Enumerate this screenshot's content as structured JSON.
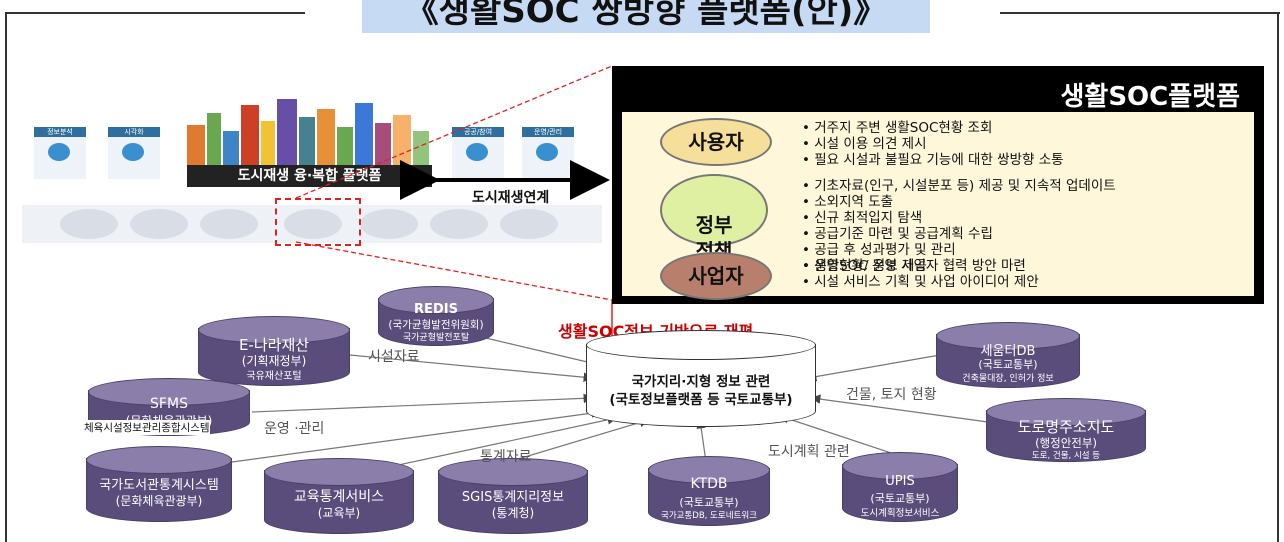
{
  "title": "《생활SOC 쌍방향 플랫폼(안)》",
  "left_image": {
    "platform_label": "도시재생 융·복합 플랫폼",
    "link_label": "도시재생연계",
    "top_icons": [
      "정보분석",
      "시각화",
      "공공/참여",
      "운영/관리"
    ]
  },
  "platform": {
    "title": "생활SOC플랫폼",
    "roles": [
      {
        "name": "사용자",
        "color": "#f6df9a",
        "items": [
          "거주지 주변 생활SOC현황 조회",
          "시설 이용 의견 제시",
          "필요 시설과 불필요 기능에 대한 쌍방향 소통"
        ]
      },
      {
        "name": "정부\n정책",
        "color": "#dff0a2",
        "items": [
          "기초자료(인구, 시설분포 등) 제공 및 지속적 업데이트",
          "소외지역 도출",
          "신규 최적입지 탐색",
          "공급기준 마련 및 공급계획 수립",
          "공급 후 성과평가 및 관리",
          "운영현황/ 정보 제공"
        ]
      },
      {
        "name": "사업자",
        "color": "#b87f6c",
        "items": [
          "생활SOC 운영 사업자 협력 방안 마련",
          "시설 서비스 기획 및 사업 아이디어 제안"
        ]
      }
    ]
  },
  "center": {
    "caption": "생활SOC정보 기반으로 재편",
    "line1": "국가지리·지형 정보 관련",
    "line2": "(국토정보플랫폼 등 국토교통부)"
  },
  "databases": [
    {
      "id": "redis",
      "name": "REDIS",
      "org": "(국가균형발전위원회)",
      "sub": "국가균형발전포탈"
    },
    {
      "id": "enara",
      "name": "E-나라재산",
      "org": "(기획재정부)",
      "sub": "국유재산포털"
    },
    {
      "id": "sfms",
      "name": "SFMS",
      "org": "(문화체육관광부)",
      "sub": "체육시설정보관리종합시스템"
    },
    {
      "id": "library",
      "name": "국가도서관통계시스템",
      "org": "(문화체육관광부)",
      "sub": ""
    },
    {
      "id": "edu",
      "name": "교육통계서비스",
      "org": "(교육부)",
      "sub": ""
    },
    {
      "id": "sgis",
      "name": "SGIS통계지리정보",
      "org": "(통계청)",
      "sub": ""
    },
    {
      "id": "ktdb",
      "name": "KTDB",
      "org": "(국토교통부)",
      "sub": "국가교통DB, 도로네트워크"
    },
    {
      "id": "upis",
      "name": "UPIS",
      "org": "(국토교통부)",
      "sub": "도시계획정보서비스"
    },
    {
      "id": "seumteo",
      "name": "세움터DB",
      "org": "(국토교통부)",
      "sub": "건축물대장, 인허가 정보"
    },
    {
      "id": "road",
      "name": "도로명주소지도",
      "org": "(행정안전부)",
      "sub": "도로, 건물, 시설 등"
    }
  ],
  "edge_labels": {
    "facility": "시설자료",
    "ops": "운영 ·관리",
    "stats": "통계자료",
    "urban_plan": "도시계획 관련",
    "building": "건물, 토지 현황"
  }
}
